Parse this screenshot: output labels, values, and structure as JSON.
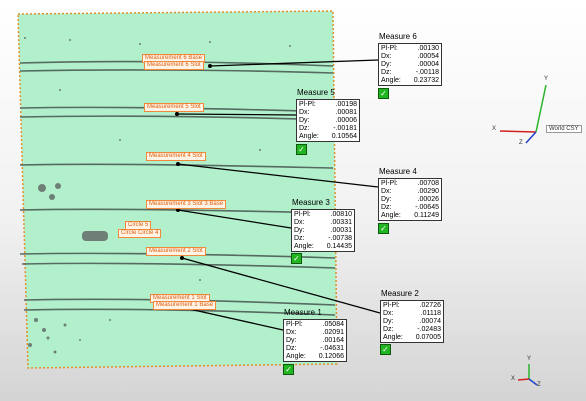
{
  "scan_labels": {
    "m6base": "Measurement 6 Base",
    "m6slot": "Measurement 6 Slot",
    "m5slot": "Measurement 5 Slot",
    "m4slot": "Measurement 4 Slot",
    "m3": "Measurement 3 Slot  3 Base",
    "circle5": "Circle 5",
    "circle4": "Circle Circle 4",
    "m2slot": "Measurement 2 Slot",
    "m1slot": "Measurement 1 Slot",
    "m1base": "Measurement 1 Base"
  },
  "measures": [
    {
      "title": "Measure 6",
      "plpl": ".00130",
      "dx": ".00054",
      "dy": ".00004",
      "dz": "-.00118",
      "angle": "0.23732"
    },
    {
      "title": "Measure 5",
      "plpl": ".00198",
      "dx": ".00081",
      "dy": ".00006",
      "dz": "-.00181",
      "angle": "0.10564"
    },
    {
      "title": "Measure 4",
      "plpl": ".00708",
      "dx": ".00290",
      "dy": ".00026",
      "dz": "-.00645",
      "angle": "0.11249"
    },
    {
      "title": "Measure 3",
      "plpl": ".00810",
      "dx": ".00331",
      "dy": ".00031",
      "dz": "-.00738",
      "angle": "0.14435"
    },
    {
      "title": "Measure 2",
      "plpl": ".02726",
      "dx": ".01118",
      "dy": ".00074",
      "dz": "-.02483",
      "angle": "0.07005"
    },
    {
      "title": "Measure 1",
      "plpl": ".05084",
      "dx": ".02091",
      "dy": ".00164",
      "dz": "-.04631",
      "angle": "0.12066"
    }
  ],
  "field_labels": {
    "plpl": "Pl-Pl:",
    "dx": "Dx:",
    "dy": "Dy:",
    "dz": "Dz:",
    "angle": "Angle:"
  },
  "triad_top": {
    "x": "X",
    "y": "Y",
    "z": "Z",
    "wcs": "World CSY"
  },
  "triad_bottom": {
    "x": "X",
    "y": "Y",
    "z": "Z"
  },
  "colors": {
    "scan": "#b2f0cc",
    "scan_edge": "#e0902a",
    "leader": "#000000",
    "check": "#22b522"
  }
}
